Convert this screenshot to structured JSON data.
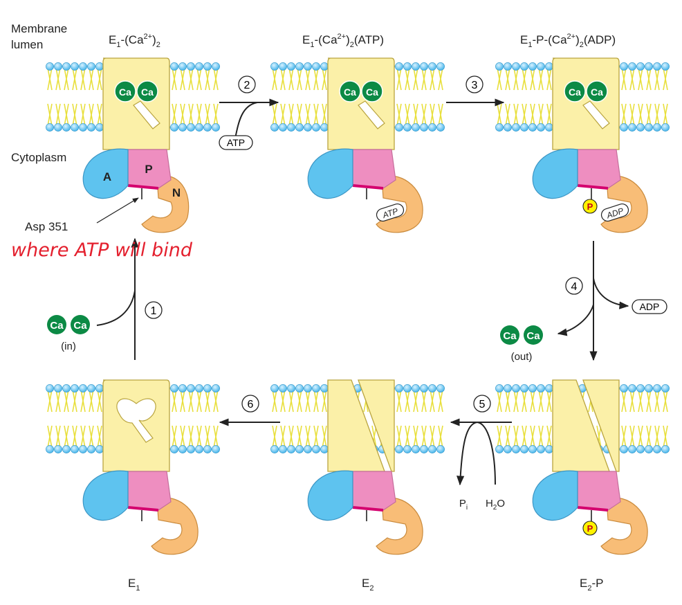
{
  "labels": {
    "membrane_lumen": [
      "Membrane",
      "lumen"
    ],
    "cytoplasm": "Cytoplasm",
    "asp": "Asp 351",
    "annotation": "where ATP will bind"
  },
  "domains": {
    "A": "A",
    "P": "P",
    "N": "N"
  },
  "states": {
    "s1": {
      "pre": "E",
      "sub": "1",
      "mid": "-(Ca",
      "sup": "2+",
      "post": ")",
      "sub2": "2",
      "tail": ""
    },
    "s2": {
      "pre": "E",
      "sub": "1",
      "mid": "-(Ca",
      "sup": "2+",
      "post": ")",
      "sub2": "2",
      "tail": "(ATP)"
    },
    "s3": {
      "pre": "E",
      "sub": "1",
      "mid": "-P-(Ca",
      "sup": "2+",
      "post": ")",
      "sub2": "2",
      "tail": "(ADP)"
    },
    "e1": {
      "pre": "E",
      "sub": "1"
    },
    "e2": {
      "pre": "E",
      "sub": "2"
    },
    "e2p": {
      "pre": "E",
      "sub": "2",
      "tail": "-P"
    }
  },
  "steps": [
    "1",
    "2",
    "3",
    "4",
    "5",
    "6"
  ],
  "molecules": {
    "ca": "Ca",
    "atp": "ATP",
    "adp": "ADP",
    "p": "P",
    "in": "(in)",
    "out": "(out)",
    "pi": {
      "base": "P",
      "sub": "i"
    },
    "h2o": {
      "base": "H",
      "sub": "2",
      "tail": "O"
    }
  },
  "colors": {
    "protein": "#fbf0a8",
    "protein_stroke": "#b9a43e",
    "domain_a": "#5ec3ef",
    "domain_p": "#ee8ec0",
    "domain_n": "#f8bd77",
    "linker": "#d4006e",
    "lipid_head": "#45b8ee",
    "lipid_tail": "#e8df3c",
    "calcium": "#0c8a45",
    "phosphate": "#fff200",
    "annotation": "#e4202e"
  }
}
